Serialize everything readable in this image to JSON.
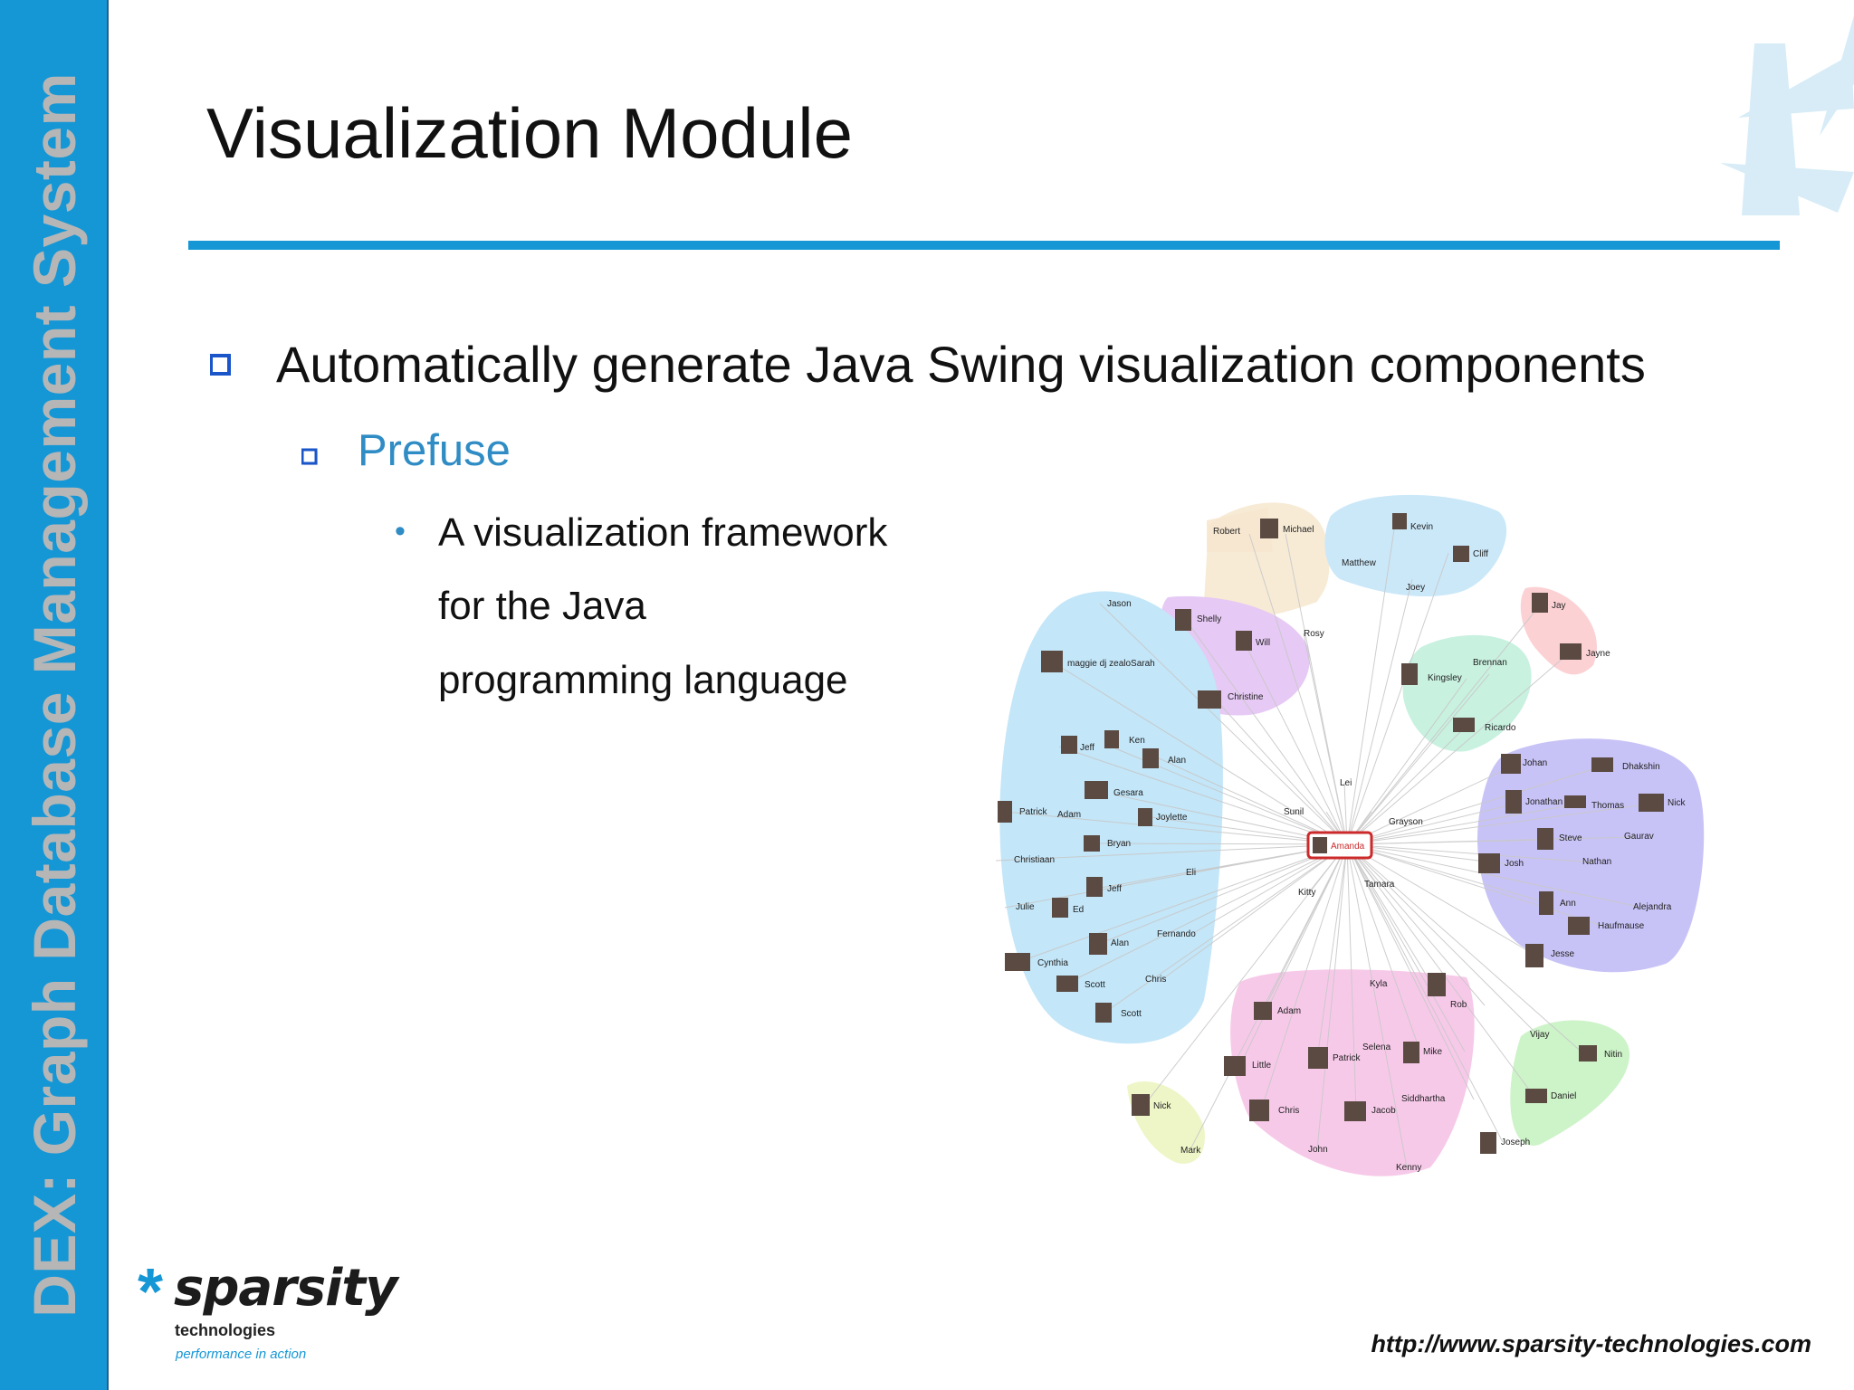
{
  "sidebar": {
    "text": "DEX: Graph Database Management System"
  },
  "slide": {
    "title": "Visualization Module",
    "bullet1": "Automatically generate Java Swing visualization components",
    "bullet2": "Prefuse",
    "bullet3_lines": [
      "A visualization framework",
      "for the Java",
      "programming language"
    ]
  },
  "graph": {
    "center": "Amanda",
    "labels": {
      "robert": "Robert",
      "michael": "Michael",
      "kevin": "Kevin",
      "cliff": "Cliff",
      "matthew": "Matthew",
      "joey": "Joey",
      "jay": "Jay",
      "jayne": "Jayne",
      "jason": "Jason",
      "shelly": "Shelly",
      "will": "Will",
      "rosy": "Rosy",
      "maggie": "maggie dj zealoSarah",
      "christine": "Christine",
      "brennan": "Brennan",
      "kingsley": "Kingsley",
      "ricardo": "Ricardo",
      "ken": "Ken",
      "jeff1": "Jeff",
      "alan1": "Alan",
      "gesara": "Gesara",
      "patrick1": "Patrick",
      "adam1": "Adam",
      "joylette": "Joylette",
      "bryan": "Bryan",
      "christiaan": "Christiaan",
      "eli": "Eli",
      "jeff2": "Jeff",
      "julie": "Julie",
      "ed": "Ed",
      "fernando": "Fernando",
      "alan2": "Alan",
      "cynthia": "Cynthia",
      "chris1": "Chris",
      "scott1": "Scott",
      "scott2": "Scott",
      "lei": "Lei",
      "sunil": "Sunil",
      "grayson": "Grayson",
      "tamara": "Tamara",
      "kitty": "Kitty",
      "johan": "Johan",
      "dhakshin": "Dhakshin",
      "jonathan": "Jonathan",
      "thomas": "Thomas",
      "nick1": "Nick",
      "steve": "Steve",
      "gaurav": "Gaurav",
      "josh": "Josh",
      "nathan": "Nathan",
      "ann": "Ann",
      "alejandra": "Alejandra",
      "haufmause": "Haufmause",
      "jesse": "Jesse",
      "kyla": "Kyla",
      "rob": "Rob",
      "adam2": "Adam",
      "selena": "Selena",
      "patrick2": "Patrick",
      "mike": "Mike",
      "little": "Little",
      "siddhartha": "Siddhartha",
      "chris2": "Chris",
      "jacob": "Jacob",
      "john": "John",
      "kenny": "Kenny",
      "vijay": "Vijay",
      "nitin": "Nitin",
      "daniel": "Daniel",
      "joseph": "Joseph",
      "nick2": "Nick",
      "mark": "Mark"
    }
  },
  "footer": {
    "logo_star": "*",
    "logo_name": "sparsity",
    "logo_sub1": "technologies",
    "logo_sub2": "performance in action",
    "url": "http://www.sparsity-technologies.com"
  },
  "colors": {
    "accent": "#1597d6",
    "sidebar_text": "#b6b6b6",
    "sub_bullet": "#2f8cc4"
  }
}
